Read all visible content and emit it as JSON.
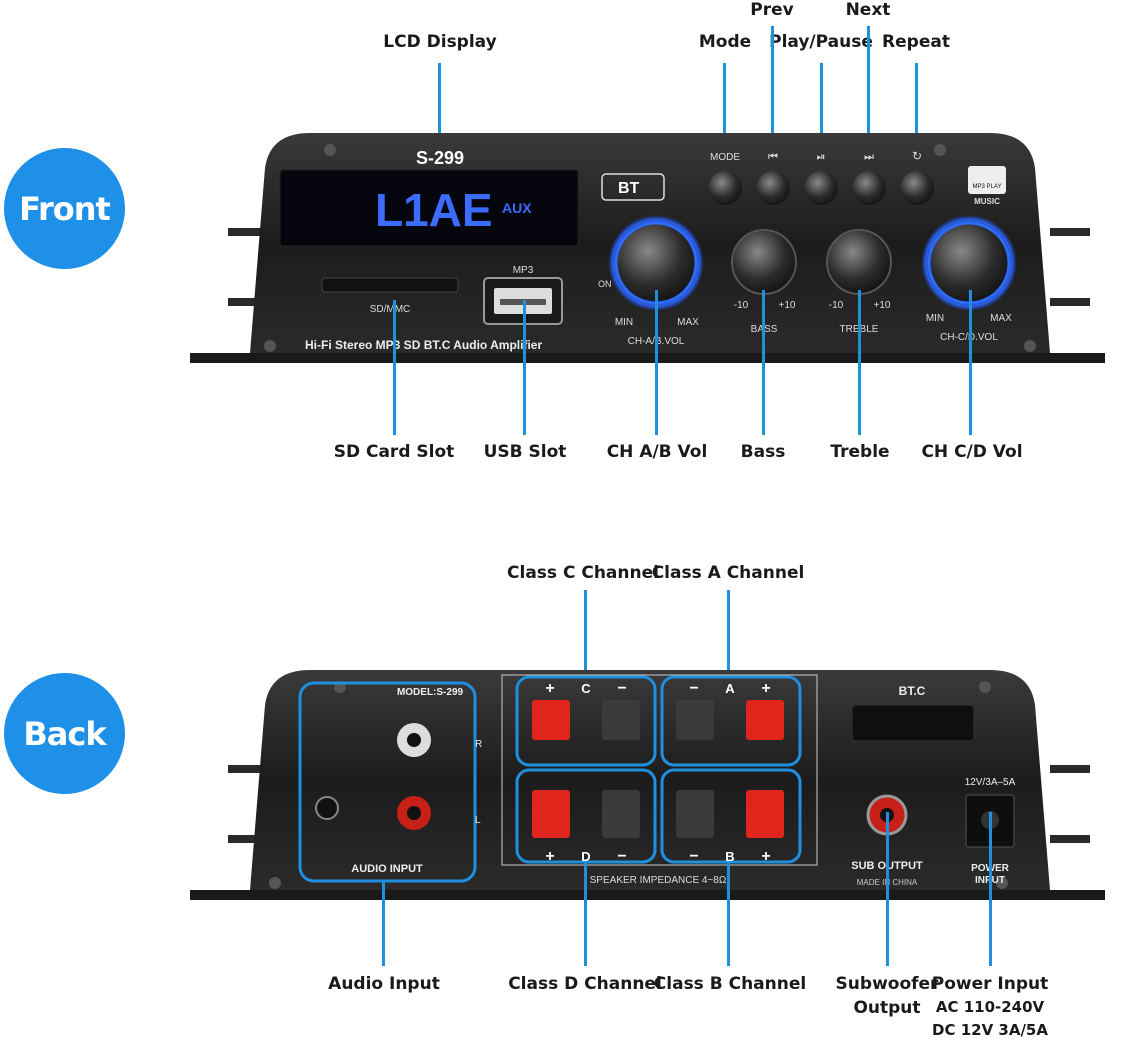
{
  "badges": {
    "front": "Front",
    "back": "Back"
  },
  "front_labels": {
    "lcd": "LCD Display",
    "mode": "Mode",
    "prev": "Prev",
    "play": "Play/Pause",
    "next": "Next",
    "repeat": "Repeat",
    "sd": "SD Card Slot",
    "usb": "USB Slot",
    "chab": "CH A/B Vol",
    "bass": "Bass",
    "treble": "Treble",
    "chcd": "CH C/D Vol"
  },
  "front_panel": {
    "model": "S-299",
    "display_text": "L1AE",
    "display_mode": "AUX",
    "bt_badge": "BT",
    "mode_btn": "MODE",
    "prev_glyph": "⏮",
    "play_glyph": "⏯",
    "next_glyph": "⏭",
    "repeat_glyph": "↻",
    "mp3_play": "MP3 PLAY",
    "music": "MUSIC",
    "sd_mmc": "SD/MMC",
    "mp3": "MP3",
    "on": "ON",
    "min": "MIN",
    "max": "MAX",
    "ch_ab_vol": "CH-A/B.VOL",
    "ch_cd_vol": "CH-C/D.VOL",
    "minus10": "-10",
    "plus10": "+10",
    "bass": "BASS",
    "treble": "TREBLE",
    "product_line": "Hi-Fi Stereo MP3 SD BT.C Audio Amplifier"
  },
  "back_labels": {
    "class_c": "Class C Channel",
    "class_a": "Class A Channel",
    "audio_input": "Audio Input",
    "class_d": "Class D Channel",
    "class_b": "Class B Channel",
    "sub_line1": "Subwoofer",
    "sub_line2": "Output",
    "power_line1": "Power Input",
    "power_line2": "AC 110-240V",
    "power_line3": "DC 12V 3A/5A"
  },
  "back_panel": {
    "model": "MODEL:S-299",
    "audio_input": "AUDIO INPUT",
    "r": "R",
    "l": "L",
    "plus": "+",
    "minus": "−",
    "ch_c": "C",
    "ch_a": "A",
    "ch_d": "D",
    "ch_b": "B",
    "impedance": "SPEAKER IMPEDANCE 4~8Ω",
    "btc": "BT.C",
    "sub_output": "SUB OUTPUT",
    "made_in": "MADE IN CHINA",
    "power_rating": "12V/3A–5A",
    "power_input_1": "POWER",
    "power_input_2": "INPUT"
  },
  "colors": {
    "accent": "#1f8fe0",
    "panel": "#232323",
    "lcd": "#2f5cff",
    "speaker_red": "#e0261c"
  }
}
